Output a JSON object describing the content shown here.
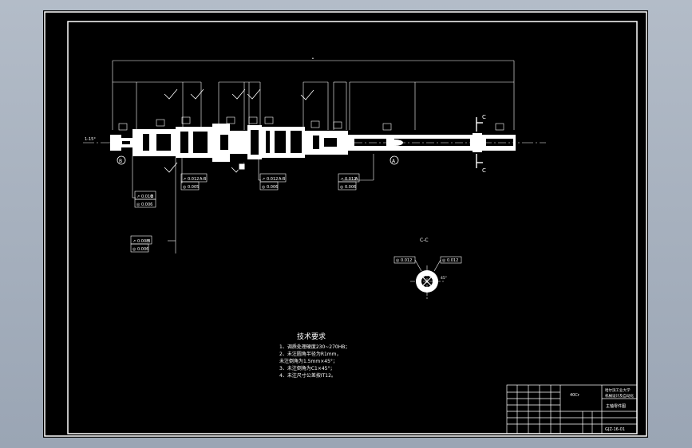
{
  "drawing": {
    "dimensions": {
      "overall": "•",
      "left_end": "1-15°"
    },
    "section_markers": {
      "c_top": "C",
      "c_bottom": "C",
      "datum_a": "A",
      "datum_b": "B"
    },
    "tolerance_boxes": [
      {
        "r1": [
          "↗",
          "0.012",
          "A-B"
        ],
        "r2": [
          "◎",
          "0.005"
        ]
      },
      {
        "r1": [
          "↗",
          "0.012",
          "A-B"
        ],
        "r2": [
          "◎",
          "0.006"
        ]
      },
      {
        "r1": [
          "↗",
          "0.010",
          "B"
        ],
        "r2": [
          "◎",
          "0.006"
        ]
      },
      {
        "r1": [
          "↗",
          "0.012",
          "A"
        ],
        "r2": [
          "◎",
          "0.006"
        ]
      },
      {
        "r1": [
          "↗",
          "0.008",
          "B"
        ],
        "r2": [
          "◎",
          "0.006"
        ]
      }
    ],
    "section_view": {
      "label": "C-C",
      "left_tag": "◎ 0.012",
      "right_tag": "◎ 0.012",
      "angle": "45°"
    },
    "tech_requirements": {
      "title": "技术要求",
      "lines": [
        "1、调质处理硬度230~270HB；",
        "2、未注圆角半径为R1mm，",
        "   未注倒角为1.5mm×45°；",
        "3、未注倒角为C1×45°；",
        "4、未注尺寸公差按IT12。"
      ]
    },
    "title_block": {
      "material": "40Cr",
      "university": "哈尔滨工业大学",
      "department": "机械设计及自动化",
      "drawing_name": "主轴零件图",
      "drawing_number": "GJZ-16-01"
    }
  },
  "colors": {
    "background": "#000000",
    "line": "#ffffff",
    "frame_outer": "#9aa5b4"
  }
}
